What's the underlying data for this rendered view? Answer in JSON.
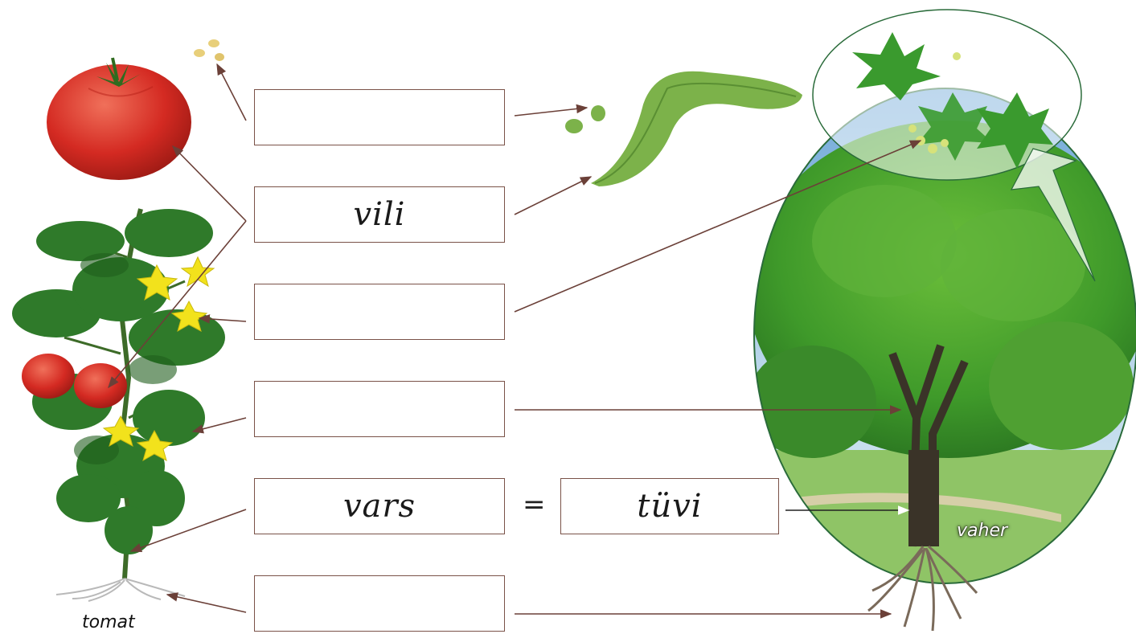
{
  "boxes": [
    {
      "id": "box-1",
      "text": ""
    },
    {
      "id": "box-2",
      "text": "vili"
    },
    {
      "id": "box-3",
      "text": ""
    },
    {
      "id": "box-4",
      "text": ""
    },
    {
      "id": "box-5",
      "text": "vars"
    },
    {
      "id": "box-6",
      "text": ""
    }
  ],
  "equation": {
    "symbol": "=",
    "answer": "tüvi"
  },
  "labels": {
    "left_plant": "tomat",
    "right_plant": "vaher"
  },
  "colors": {
    "border": "#7a5248",
    "arrow": "#6b4038",
    "leaf": "#2e7d32",
    "tomato": "#d9302a",
    "flower": "#f2e21c"
  },
  "icons": [
    "tomato-fruit-icon",
    "tomato-plant-icon",
    "tomato-seeds-icon",
    "maple-samara-icon",
    "maple-seeds-icon",
    "maple-tree-icon",
    "maple-roots-icon"
  ]
}
